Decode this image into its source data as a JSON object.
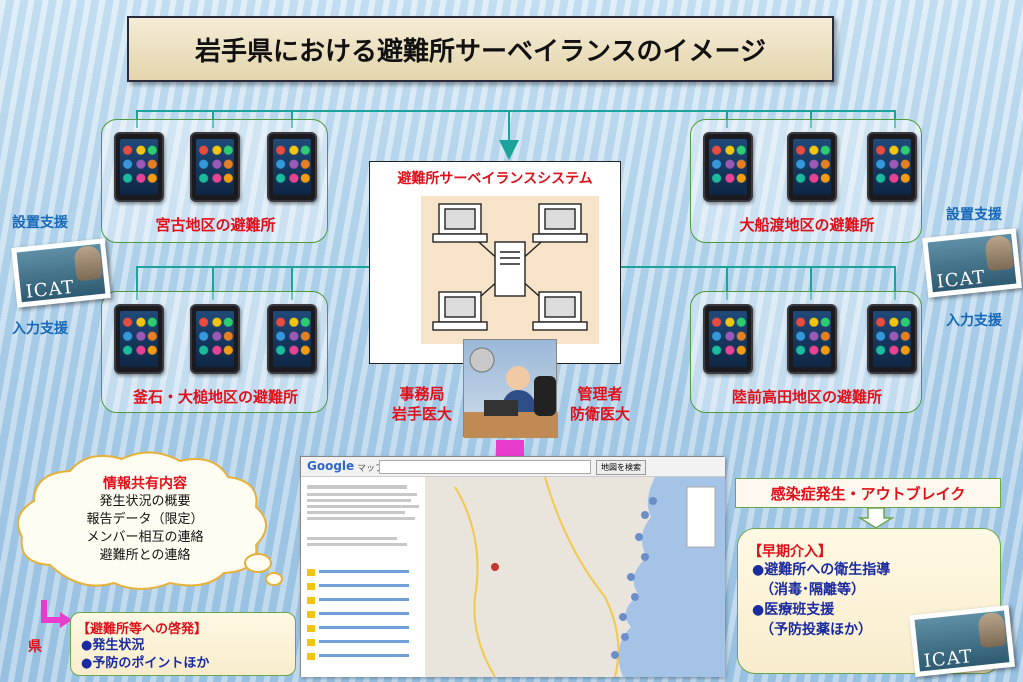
{
  "title": "岩手県における避難所サーベイランスのイメージ",
  "regions": {
    "miyako": "宮古地区の避難所",
    "kamaishi": "釜石・大槌地区の避難所",
    "ofunato": "大船渡地区の避難所",
    "rikuzentakata": "陸前高田地区の避難所"
  },
  "system_title": "避難所サーベイランスシステム",
  "left_labels": {
    "setup": "設置支援",
    "input": "入力支援"
  },
  "right_labels": {
    "setup": "設置支援",
    "input": "入力支援"
  },
  "icat_text": "ICAT",
  "office": {
    "line1": "事務局",
    "line2": "岩手医大"
  },
  "manager": {
    "line1": "管理者",
    "line2": "防衛医大"
  },
  "info_share": {
    "heading": "情報共有内容",
    "items": [
      "発生状況の概要",
      "報告データ（限定）",
      "メンバー相互の連絡",
      "避難所との連絡"
    ]
  },
  "pref": {
    "label": "県",
    "heading": "【避難所等への啓発】",
    "items": [
      "●発生状況",
      "●予防のポイントほか"
    ]
  },
  "outbreak": "感染症発生・アウトブレイク",
  "early": {
    "heading": "【早期介入】",
    "items": [
      "●避難所への衛生指導",
      "（消毒･隔離等）",
      "●医療班支援",
      "（予防投薬ほか）"
    ]
  },
  "map": {
    "logo": "Google",
    "tab": "マップ",
    "search_button": "地図を検索"
  },
  "colors": {
    "accent_red": "#e0101a",
    "blue_text": "#1a2aa0",
    "connector": "#1ba39c",
    "arrow_pink": "#e83ccf"
  }
}
